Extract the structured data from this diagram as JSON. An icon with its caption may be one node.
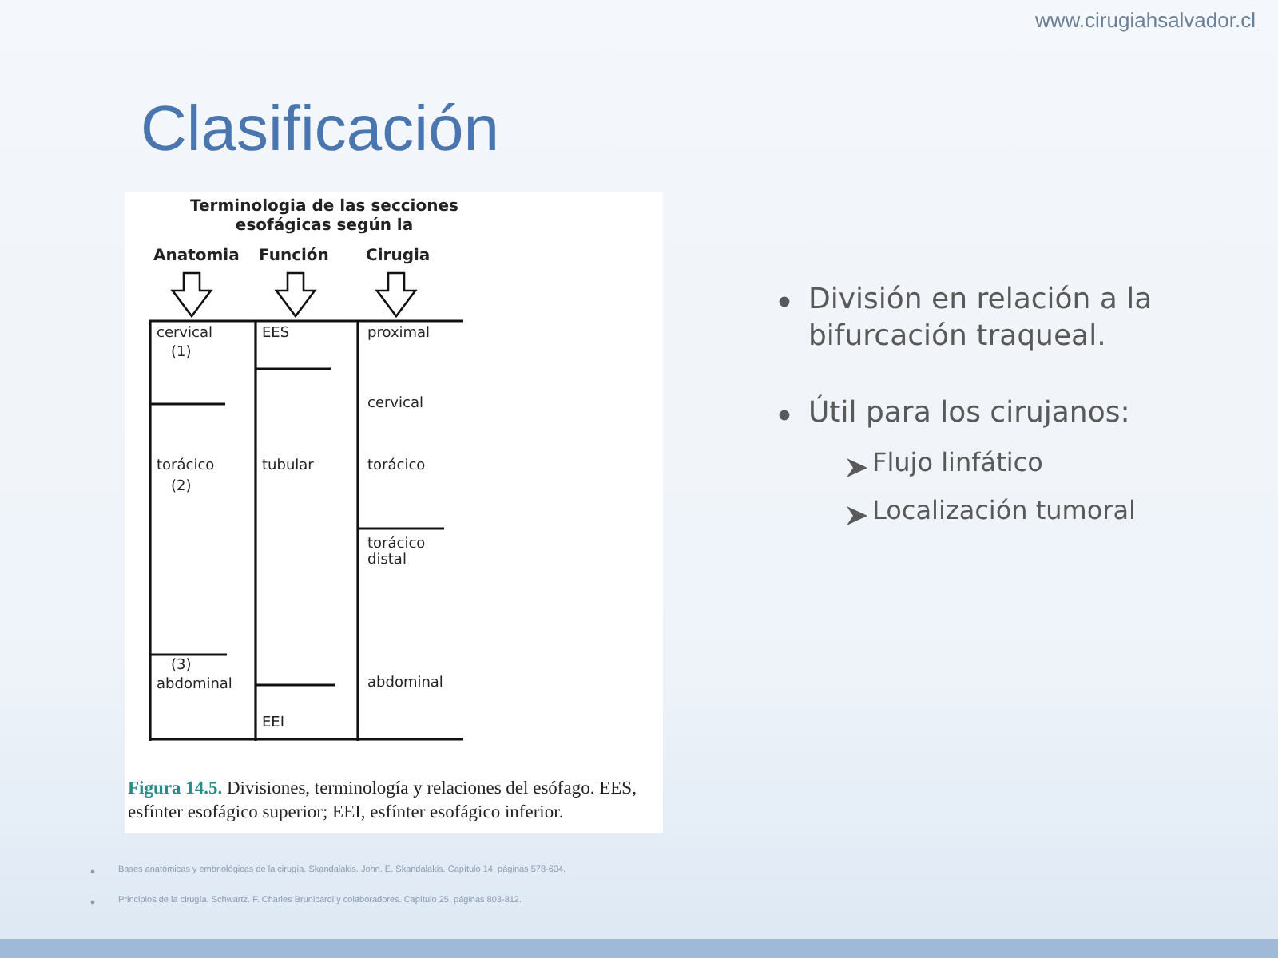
{
  "diagram": {
    "title": "Clasificación",
    "caption": "**Figura 14.5.** Divisiones, terminología y relaciones del esófago. EES, esfínter esofágico superior; EEI, esfínter esofágico inferior.",
    "labels": [
      "www.cirugiahsalvador.cl",
      "Terminologia de las secciones esofágicas según la",
      "Anatomia",
      "Función",
      "Cirugia",
      "cervical",
      "(1)",
      "EES",
      "proximal",
      "cervical",
      "torácico",
      "(2)",
      "tubular",
      "torácico",
      "torácico distal",
      "(3)",
      "abdominal",
      "abdominal",
      "EEI",
      "División en relación a la bifurcación traqueal.",
      "Útil para los cirujanos:",
      "Flujo linfático",
      "Localización tumoral",
      "Bases anatómicas y embriológicas de la cirugía. Skandalakis. John. E. Skandalakis. Capítulo 14, páginas 578-604.",
      "Principios de la cirugía, Schwartz. F. Charles Brunicardi y colaboradores. Capítulo 25, páginas 803-812."
    ]
  }
}
